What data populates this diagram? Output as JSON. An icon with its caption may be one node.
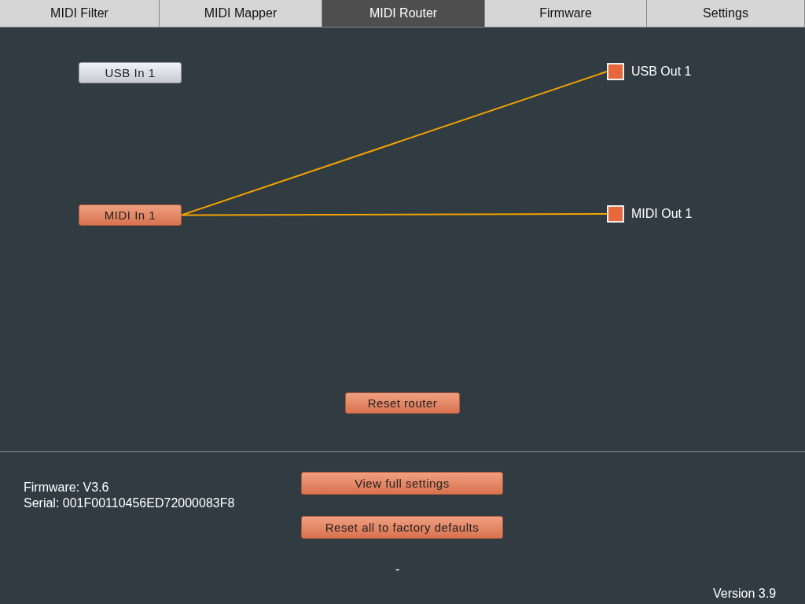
{
  "diagram": {
    "nodes": [
      {
        "text": [
          "USB In 1"
        ]
      },
      {
        "text": [
          "MIDI In 1"
        ]
      },
      {
        "text": [
          "USB Out 1"
        ]
      },
      {
        "text": [
          "MIDI Out 1"
        ]
      },
      {
        "text": [
          "Reset router"
        ]
      }
    ],
    "edges": [
      {
        "from": 1,
        "to": 2,
        "arrow": "none"
      },
      {
        "from": 1,
        "to": 3,
        "arrow": "none"
      }
    ],
    "labels": [
      "MIDI Filter",
      "MIDI Mapper",
      "MIDI Router",
      "Firmware",
      "Settings",
      "Firmware: V3.6",
      "Serial: 001F00110456ED72000083F8",
      "View full settings",
      "Reset all to factory defaults",
      "-",
      "Version 3.9"
    ]
  }
}
